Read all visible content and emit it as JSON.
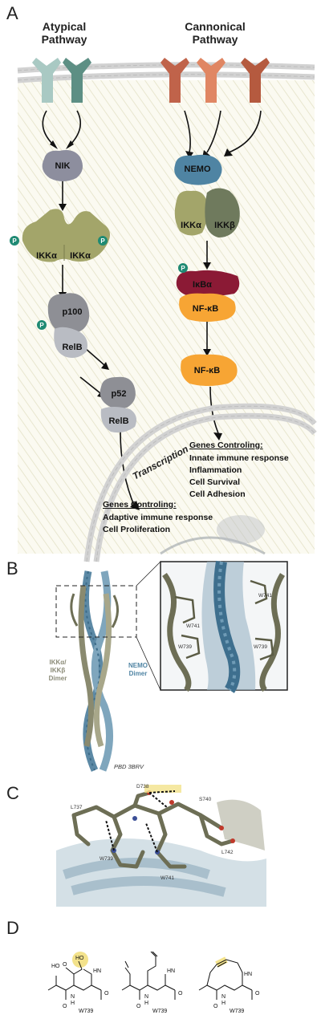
{
  "panels": {
    "a": "A",
    "b": "B",
    "c": "C",
    "d": "D"
  },
  "panel_a": {
    "atypical_title": [
      "Atypical",
      "Pathway"
    ],
    "canonical_title": [
      "Cannonical",
      "Pathway"
    ],
    "nik": "NIK",
    "ikka_left": "IKKα",
    "ikka_right": "IKKα",
    "p100": "p100",
    "relb_1": "RelB",
    "p52": "p52",
    "relb_2": "RelB",
    "nemo": "NEMO",
    "ikka": "IKKα",
    "ikkb": "IKKβ",
    "ikba": "IκBα",
    "nfkb_1": "NF-κB",
    "nfkb_2": "NF-κB",
    "phospho": "P",
    "transcription": "Transcription",
    "canonical_genes": {
      "heading": "Genes Controling:",
      "items": [
        "Innate immune response",
        "Inflammation",
        "Cell Survival",
        "Cell Adhesion"
      ]
    },
    "atypical_genes": {
      "heading": "Genes Controling:",
      "items": [
        "Adaptive immune response",
        "Cell Proliferation"
      ]
    },
    "colors": {
      "atypical_receptor_1": "#a9c9c3",
      "atypical_receptor_2": "#5d8f84",
      "canonical_receptor_1": "#c0634a",
      "canonical_receptor_2": "#e08663",
      "canonical_receptor_3": "#b55a3f",
      "nik": "#8d8e9e",
      "ikka": "#a3a56a",
      "ikkb": "#6f7a5d",
      "nemo": "#4f84a3",
      "p100": "#8e8f95",
      "relb": "#b9bcc3",
      "ikba": "#8b1a35",
      "nfkb": "#f7a534",
      "phospho": "#1f8a73"
    }
  },
  "panel_b": {
    "left_label": [
      "IKKα/",
      "IKKβ",
      "Dimer"
    ],
    "right_label": [
      "NEMO",
      "Dimer"
    ],
    "pdb": "PBD 3BRV",
    "inset_residues": [
      "W741",
      "W741",
      "W739",
      "W739"
    ]
  },
  "panel_c": {
    "residues": [
      "D738",
      "S740",
      "L737",
      "W739",
      "L742",
      "W741"
    ]
  },
  "panel_d": {
    "structures": [
      {
        "labels": [
          "HO",
          "O",
          "HO",
          "HN",
          "N",
          "H",
          "O",
          "O",
          "W739"
        ]
      },
      {
        "labels": [
          "HN",
          "N",
          "H",
          "O",
          "O",
          "W739"
        ]
      },
      {
        "labels": [
          "HN",
          "N",
          "H",
          "O",
          "O",
          "W739"
        ]
      }
    ]
  }
}
